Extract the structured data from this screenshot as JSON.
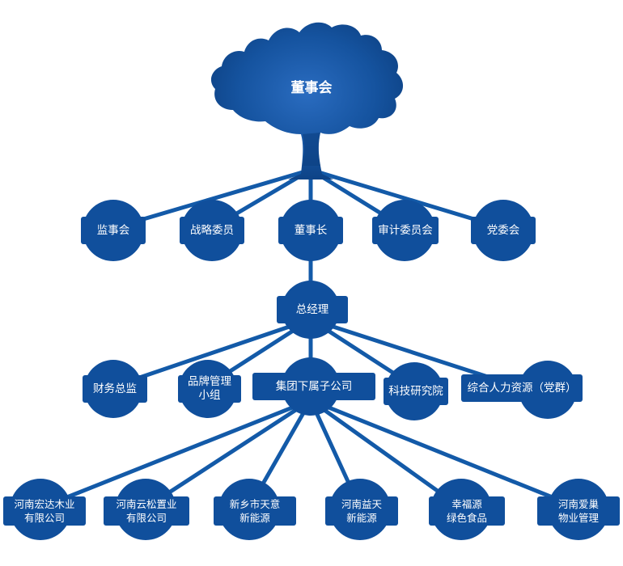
{
  "colors": {
    "primary": "#104f9c",
    "tree_dark": "#0e4a92",
    "line": "#135aa8",
    "text": "#ffffff"
  },
  "root": {
    "label": "董事会",
    "icon": "tree-icon"
  },
  "level1": [
    {
      "label": "监事会"
    },
    {
      "label": "战略委员"
    },
    {
      "label": "董事长"
    },
    {
      "label": "审计委员会"
    },
    {
      "label": "党委会"
    }
  ],
  "gm": {
    "label": "总经理"
  },
  "level3": [
    {
      "line1": "财务总监",
      "line2": ""
    },
    {
      "line1": "品牌管理",
      "line2": "小组"
    },
    {
      "line1": "集团下属子公司",
      "line2": ""
    },
    {
      "line1": "科技研究院",
      "line2": ""
    },
    {
      "line1": "综合人力资源（党群）",
      "line2": ""
    }
  ],
  "subsidiaries": [
    {
      "line1": "河南宏达木业",
      "line2": "有限公司"
    },
    {
      "line1": "河南云松置业",
      "line2": "有限公司"
    },
    {
      "line1": "新乡市天意",
      "line2": "新能源"
    },
    {
      "line1": "河南益天",
      "line2": "新能源"
    },
    {
      "line1": "幸福源",
      "line2": "绿色食品"
    },
    {
      "line1": "河南爱巢",
      "line2": "物业管理"
    }
  ]
}
